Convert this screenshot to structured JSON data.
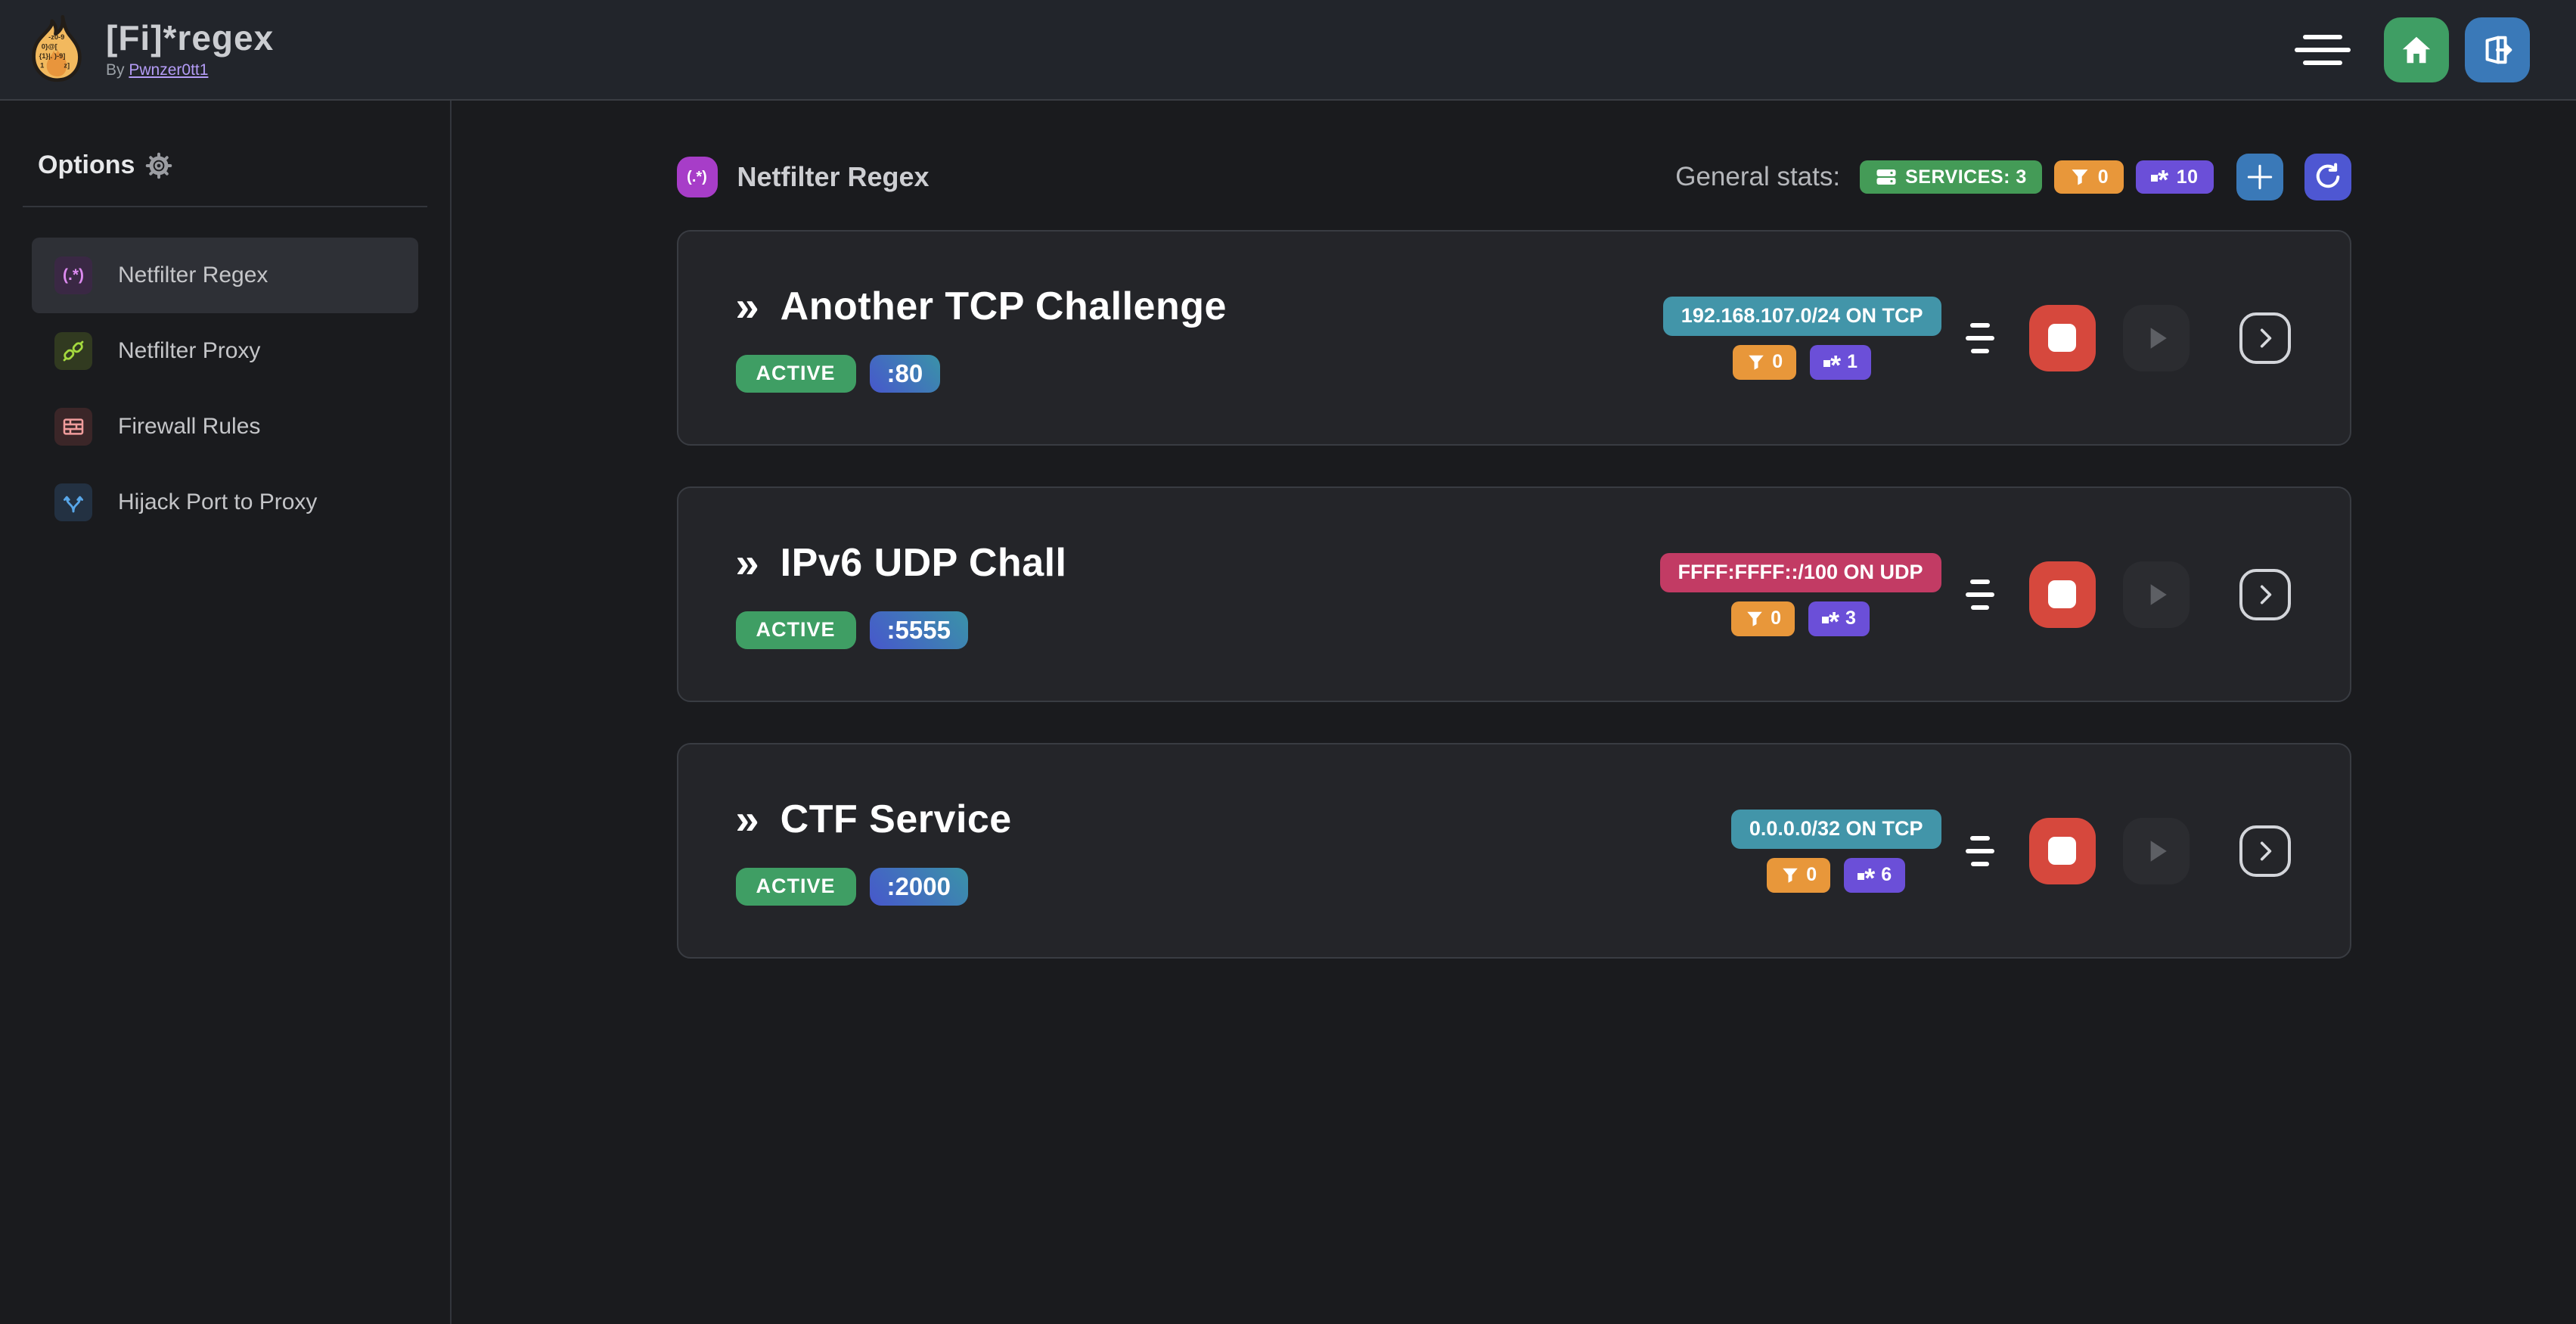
{
  "header": {
    "title": "[Fi]*regex",
    "by_label": "By",
    "author": "Pwnzer0tt1"
  },
  "sidebar": {
    "title": "Options",
    "items": [
      {
        "label": "Netfilter Regex",
        "icon": "regex-icon",
        "icon_text": "(.*)",
        "active": true
      },
      {
        "label": "Netfilter Proxy",
        "icon": "plug-connected-icon",
        "active": false
      },
      {
        "label": "Firewall Rules",
        "icon": "brick-wall-icon",
        "active": false
      },
      {
        "label": "Hijack Port to Proxy",
        "icon": "split-arrows-icon",
        "active": false
      }
    ]
  },
  "main": {
    "section_icon_text": "(.*)",
    "section_title": "Netfilter Regex",
    "stats_label": "General stats:",
    "stats": {
      "services": "SERVICES: 3",
      "filters": "0",
      "regexes": "10"
    },
    "card_chevron": "»",
    "services": [
      {
        "name": "Another TCP Challenge",
        "status": "ACTIVE",
        "port": ":80",
        "address": "192.168.107.0/24 ON TCP",
        "address_color": "teal",
        "filters": "0",
        "regexes": "1"
      },
      {
        "name": "IPv6 UDP Chall",
        "status": "ACTIVE",
        "port": ":5555",
        "address": "FFFF:FFFF::/100 ON UDP",
        "address_color": "pink",
        "filters": "0",
        "regexes": "3"
      },
      {
        "name": "CTF Service",
        "status": "ACTIVE",
        "port": ":2000",
        "address": "0.0.0.0/32 ON TCP",
        "address_color": "teal",
        "filters": "0",
        "regexes": "6"
      }
    ]
  },
  "colors": {
    "green": "#3f9e64",
    "green-badge": "#449b57",
    "orange": "#e8973a",
    "violet": "#6b4fd8",
    "grape": "#a73dc8",
    "teal-badge": "#4295a9",
    "pink-badge": "#c23b64",
    "blue": "#3a79b8",
    "indigo": "#4e57d2",
    "red": "#d6483d",
    "link": "#b49cf6"
  }
}
